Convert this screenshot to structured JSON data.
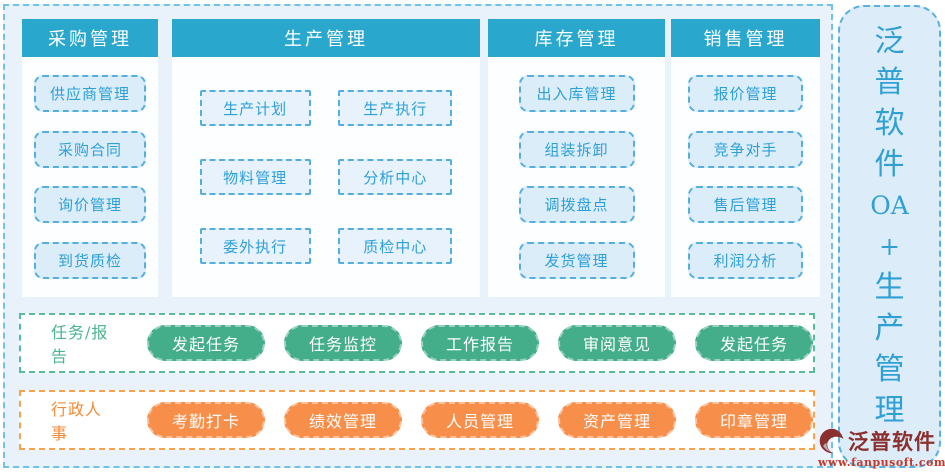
{
  "columns": [
    {
      "title": "采购管理",
      "layout": "single",
      "variant": "rounded",
      "items": [
        "供应商管理",
        "采购合同",
        "询价管理",
        "到货质检"
      ]
    },
    {
      "title": "生产管理",
      "layout": "double",
      "variant": "square",
      "items": [
        "生产计划",
        "生产执行",
        "物料管理",
        "分析中心",
        "委外执行",
        "质检中心"
      ]
    },
    {
      "title": "库存管理",
      "layout": "single",
      "variant": "rounded",
      "items": [
        "出入库管理",
        "组装拆卸",
        "调拨盘点",
        "发货管理"
      ]
    },
    {
      "title": "销售管理",
      "layout": "single",
      "variant": "rounded",
      "items": [
        "报价管理",
        "竞争对手",
        "售后管理",
        "利润分析"
      ]
    }
  ],
  "task_row": {
    "label": "任务/报告",
    "buttons": [
      "发起任务",
      "任务监控",
      "工作报告",
      "审阅意见",
      "发起任务"
    ]
  },
  "hr_row": {
    "label": "行政人事",
    "buttons": [
      "考勤打卡",
      "绩效管理",
      "人员管理",
      "资产管理",
      "印章管理"
    ]
  },
  "sidebar": {
    "vertical_text": "泛普软件OA+生产管理",
    "chars": [
      "泛",
      "普",
      "软",
      "件",
      "OA",
      "+",
      "生",
      "产",
      "管",
      "理"
    ]
  },
  "logo": {
    "icon": "fanpu-swirl-icon",
    "name": "泛普软件",
    "url": "www.fanpusoft.com"
  },
  "colors": {
    "header_teal": "#29a7cd",
    "item_text_blue": "#2da0d8",
    "item_bg_blue": "#dcedfa",
    "main_bg": "#e9f1fa",
    "main_border": "#6fc2e8",
    "green_pill": "#44ae8b",
    "green_label": "#4ab392",
    "orange_pill": "#f78e49",
    "orange_label": "#f68b36",
    "sidebar_text": "#2f9fd4",
    "logo_maroon": "#8c2f2f",
    "logo_red": "#c0392b"
  }
}
